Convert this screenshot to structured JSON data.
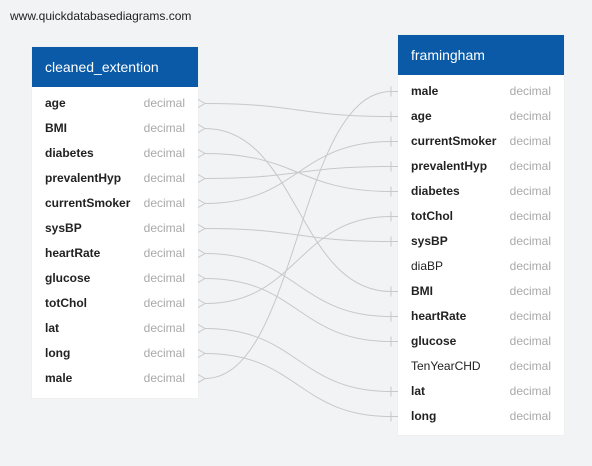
{
  "watermark": "www.quickdatabasediagrams.com",
  "tables": {
    "left": {
      "title": "cleaned_extention",
      "fields": [
        {
          "name": "age",
          "type": "decimal",
          "bold": true
        },
        {
          "name": "BMI",
          "type": "decimal",
          "bold": true
        },
        {
          "name": "diabetes",
          "type": "decimal",
          "bold": true
        },
        {
          "name": "prevalentHyp",
          "type": "decimal",
          "bold": true
        },
        {
          "name": "currentSmoker",
          "type": "decimal",
          "bold": true
        },
        {
          "name": "sysBP",
          "type": "decimal",
          "bold": true
        },
        {
          "name": "heartRate",
          "type": "decimal",
          "bold": true
        },
        {
          "name": "glucose",
          "type": "decimal",
          "bold": true
        },
        {
          "name": "totChol",
          "type": "decimal",
          "bold": true
        },
        {
          "name": "lat",
          "type": "decimal",
          "bold": true
        },
        {
          "name": "long",
          "type": "decimal",
          "bold": true
        },
        {
          "name": "male",
          "type": "decimal",
          "bold": true
        }
      ]
    },
    "right": {
      "title": "framingham",
      "fields": [
        {
          "name": "male",
          "type": "decimal",
          "bold": true
        },
        {
          "name": "age",
          "type": "decimal",
          "bold": true
        },
        {
          "name": "currentSmoker",
          "type": "decimal",
          "bold": true
        },
        {
          "name": "prevalentHyp",
          "type": "decimal",
          "bold": true
        },
        {
          "name": "diabetes",
          "type": "decimal",
          "bold": true
        },
        {
          "name": "totChol",
          "type": "decimal",
          "bold": true
        },
        {
          "name": "sysBP",
          "type": "decimal",
          "bold": true
        },
        {
          "name": "diaBP",
          "type": "decimal",
          "bold": false
        },
        {
          "name": "BMI",
          "type": "decimal",
          "bold": true
        },
        {
          "name": "heartRate",
          "type": "decimal",
          "bold": true
        },
        {
          "name": "glucose",
          "type": "decimal",
          "bold": true
        },
        {
          "name": "TenYearCHD",
          "type": "decimal",
          "bold": false
        },
        {
          "name": "lat",
          "type": "decimal",
          "bold": true
        },
        {
          "name": "long",
          "type": "decimal",
          "bold": true
        }
      ]
    }
  },
  "links": [
    {
      "from": "age",
      "to": "age"
    },
    {
      "from": "BMI",
      "to": "BMI"
    },
    {
      "from": "diabetes",
      "to": "diabetes"
    },
    {
      "from": "prevalentHyp",
      "to": "prevalentHyp"
    },
    {
      "from": "currentSmoker",
      "to": "currentSmoker"
    },
    {
      "from": "sysBP",
      "to": "sysBP"
    },
    {
      "from": "heartRate",
      "to": "heartRate"
    },
    {
      "from": "glucose",
      "to": "glucose"
    },
    {
      "from": "totChol",
      "to": "totChol"
    },
    {
      "from": "lat",
      "to": "lat"
    },
    {
      "from": "long",
      "to": "long"
    },
    {
      "from": "male",
      "to": "male"
    }
  ],
  "colors": {
    "header": "#0a5aa8",
    "link": "#c8c8c8",
    "type_text": "#a9a9a9",
    "background": "#f2f3f4"
  }
}
